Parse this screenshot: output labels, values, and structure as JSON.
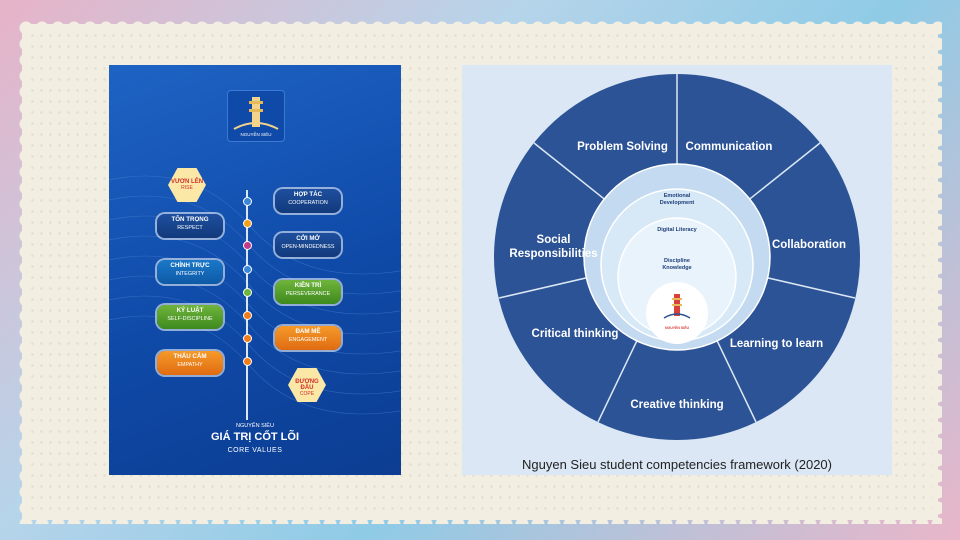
{
  "poster": {
    "logo_text": "NGUYỄN SIÊU",
    "values": [
      {
        "title": "VƯƠN LÊN",
        "sub": "RISE"
      },
      {
        "title": "HỢP TÁC",
        "sub": "COOPERATION"
      },
      {
        "title": "TÔN TRỌNG",
        "sub": "RESPECT"
      },
      {
        "title": "CỞI MỞ",
        "sub": "OPEN-MINDEDNESS"
      },
      {
        "title": "CHÍNH TRỰC",
        "sub": "INTEGRITY"
      },
      {
        "title": "KIÊN TRÌ",
        "sub": "PERSEVERANCE"
      },
      {
        "title": "KỶ LUẬT",
        "sub": "SELF-DISCIPLINE"
      },
      {
        "title": "ĐAM MÊ",
        "sub": "ENGAGEMENT"
      },
      {
        "title": "THẤU CẢM",
        "sub": "EMPATHY"
      },
      {
        "title": "ĐƯƠNG ĐẦU",
        "sub": "COPE"
      }
    ],
    "school": "NGUYỄN SIÊU",
    "title": "GIÁ TRỊ CỐT LÕI",
    "subtitle": "CORE VALUES"
  },
  "framework": {
    "outer_segments": [
      "Problem Solving",
      "Communication",
      "Collaboration",
      "Learning to learn",
      "Creative thinking",
      "Critical thinking",
      "Social Responsibilities"
    ],
    "ring1": "Emotional Development",
    "ring2": "Digital Literacy",
    "ring3": "Discipline Knowledge",
    "center_logo": "NGUYỄN SIÊU",
    "caption": "Nguyen Sieu student competencies framework (2020)"
  }
}
